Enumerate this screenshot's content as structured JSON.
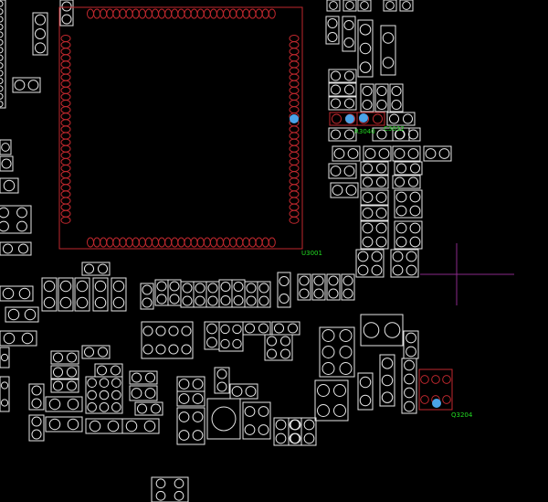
{
  "app": {
    "view": "PCB layout viewer"
  },
  "colors": {
    "background": "#000000",
    "outline": "#e6e6e6",
    "highlight": "#c0282e",
    "pin_marker": "#4aa3e8",
    "label": "#22dd22",
    "cursor": "#8a2a8a"
  },
  "labels": {
    "u3001": "U3001",
    "r3040": "R3040",
    "c3032": "C3032",
    "q3204": "Q3204"
  },
  "icons": {
    "cursor": "crosshair-cursor-icon",
    "pin": "pin-marker-icon"
  }
}
